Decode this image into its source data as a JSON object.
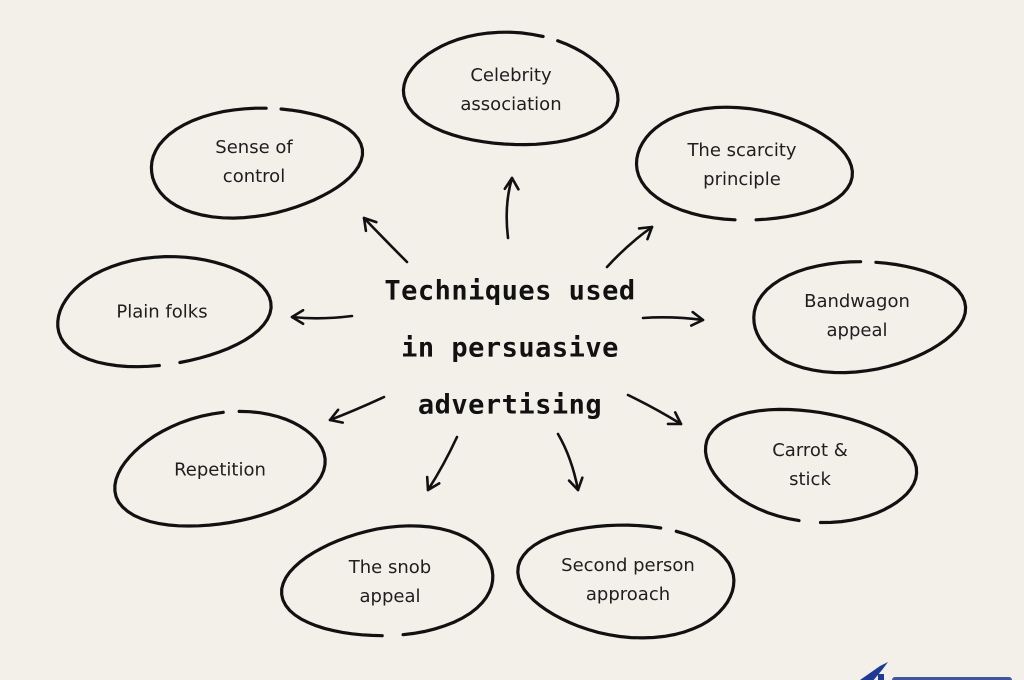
{
  "diagram": {
    "type": "mind-map",
    "center_title": {
      "lines": [
        "Techniques used",
        "in persuasive",
        "advertising"
      ]
    },
    "nodes": [
      {
        "id": "celebrity-association",
        "lines": [
          "Celebrity",
          "association"
        ]
      },
      {
        "id": "scarcity-principle",
        "lines": [
          "The scarcity",
          "principle"
        ]
      },
      {
        "id": "bandwagon-appeal",
        "lines": [
          "Bandwagon",
          "appeal"
        ]
      },
      {
        "id": "carrot-and-stick",
        "lines": [
          "Carrot &",
          "stick"
        ]
      },
      {
        "id": "second-person-approach",
        "lines": [
          "Second person",
          "approach"
        ]
      },
      {
        "id": "snob-appeal",
        "lines": [
          "The snob",
          "appeal"
        ]
      },
      {
        "id": "repetition",
        "lines": [
          "Repetition"
        ]
      },
      {
        "id": "plain-folks",
        "lines": [
          "Plain folks"
        ]
      },
      {
        "id": "sense-of-control",
        "lines": [
          "Sense of",
          "control"
        ]
      }
    ],
    "edges": [
      {
        "from": "center",
        "to": "celebrity-association"
      },
      {
        "from": "center",
        "to": "scarcity-principle"
      },
      {
        "from": "center",
        "to": "bandwagon-appeal"
      },
      {
        "from": "center",
        "to": "carrot-and-stick"
      },
      {
        "from": "center",
        "to": "second-person-approach"
      },
      {
        "from": "center",
        "to": "snob-appeal"
      },
      {
        "from": "center",
        "to": "repetition"
      },
      {
        "from": "center",
        "to": "plain-folks"
      },
      {
        "from": "center",
        "to": "sense-of-control"
      }
    ]
  },
  "colors": {
    "background": "#f3efe9",
    "ink": "#111111",
    "logo_blue": "#1f3a93"
  },
  "logo": {
    "icon": "brand-logo-icon"
  }
}
